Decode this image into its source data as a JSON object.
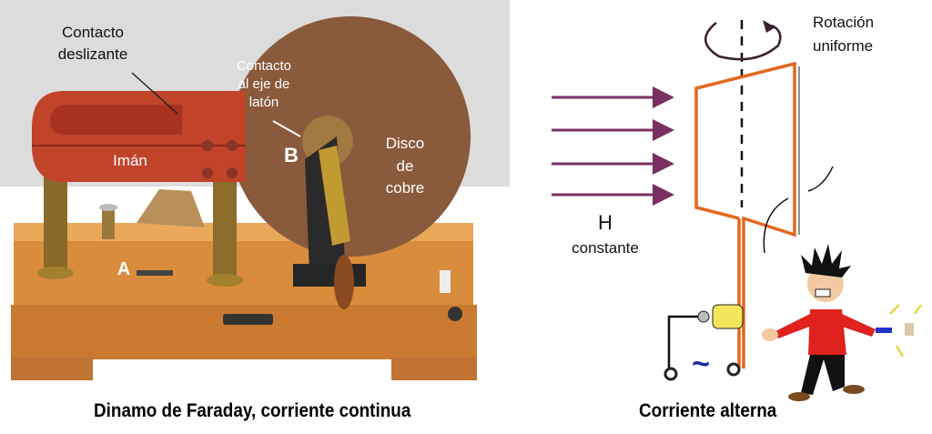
{
  "left_panel": {
    "labels": {
      "sliding_contact": [
        "Contacto",
        "deslizante"
      ],
      "axle_contact": [
        "Contacto",
        "al eje de",
        "latón"
      ],
      "magnet": "Imán",
      "point_b": "B",
      "disc": [
        "Disco",
        "de",
        "cobre"
      ],
      "point_a": "A"
    },
    "caption": "Dinamo de Faraday, corriente continua"
  },
  "right_panel": {
    "labels": {
      "rotation": [
        "Rotación",
        "uniforme"
      ],
      "field": "H",
      "field_desc": "constante",
      "ac_symbol": "~"
    },
    "caption": "Corriente alterna"
  },
  "colors": {
    "field_arrows": "#7a2f62",
    "loop": "#e2691f",
    "copper_disc": "#8a5a3c",
    "magnet": "#c0432a",
    "wood": "#d98c3c"
  }
}
